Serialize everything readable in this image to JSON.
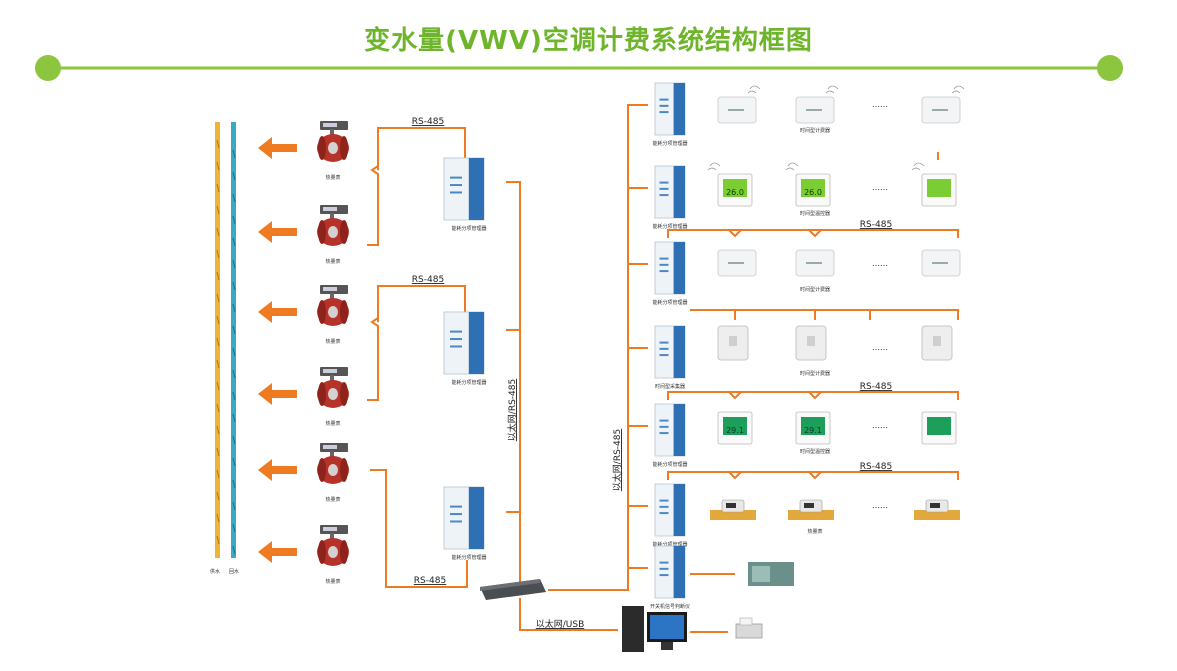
{
  "title": "变水量(VWV)空调计费系统结构框图",
  "colors": {
    "accent": "#8cc63f",
    "line": "#ee7a22",
    "supply_pipe": "#f2b23a",
    "return_pipe": "#39a9c9"
  },
  "left": {
    "pipe_labels": {
      "supply": "供水",
      "return": "回水"
    },
    "meter_label": "热量表",
    "manager_label": "能耗分项管理器",
    "bus_label": "RS-485"
  },
  "center": {
    "vertical_label": "以太网/RS-485",
    "computer_link_label": "以太网/USB"
  },
  "right": {
    "vertical_label": "以太网/RS-485",
    "ellipsis": "……",
    "bus_label": "RS-485",
    "rows": [
      {
        "hub": "能耗分项管理器",
        "device": "时间型计费器"
      },
      {
        "hub": "能耗分项管理器",
        "device": "时间型温控器",
        "display": "26.0"
      },
      {
        "hub": "能耗分项管理器",
        "device": "时间型计费器"
      },
      {
        "hub": "时间型采集器",
        "device": "时间型计费器"
      },
      {
        "hub": "能耗分项管理器",
        "device": "时间型温控器",
        "display": "29.1"
      },
      {
        "hub": "能耗分项管理器",
        "device": "热量表"
      },
      {
        "hub": "开关机信号判断仪"
      }
    ]
  }
}
